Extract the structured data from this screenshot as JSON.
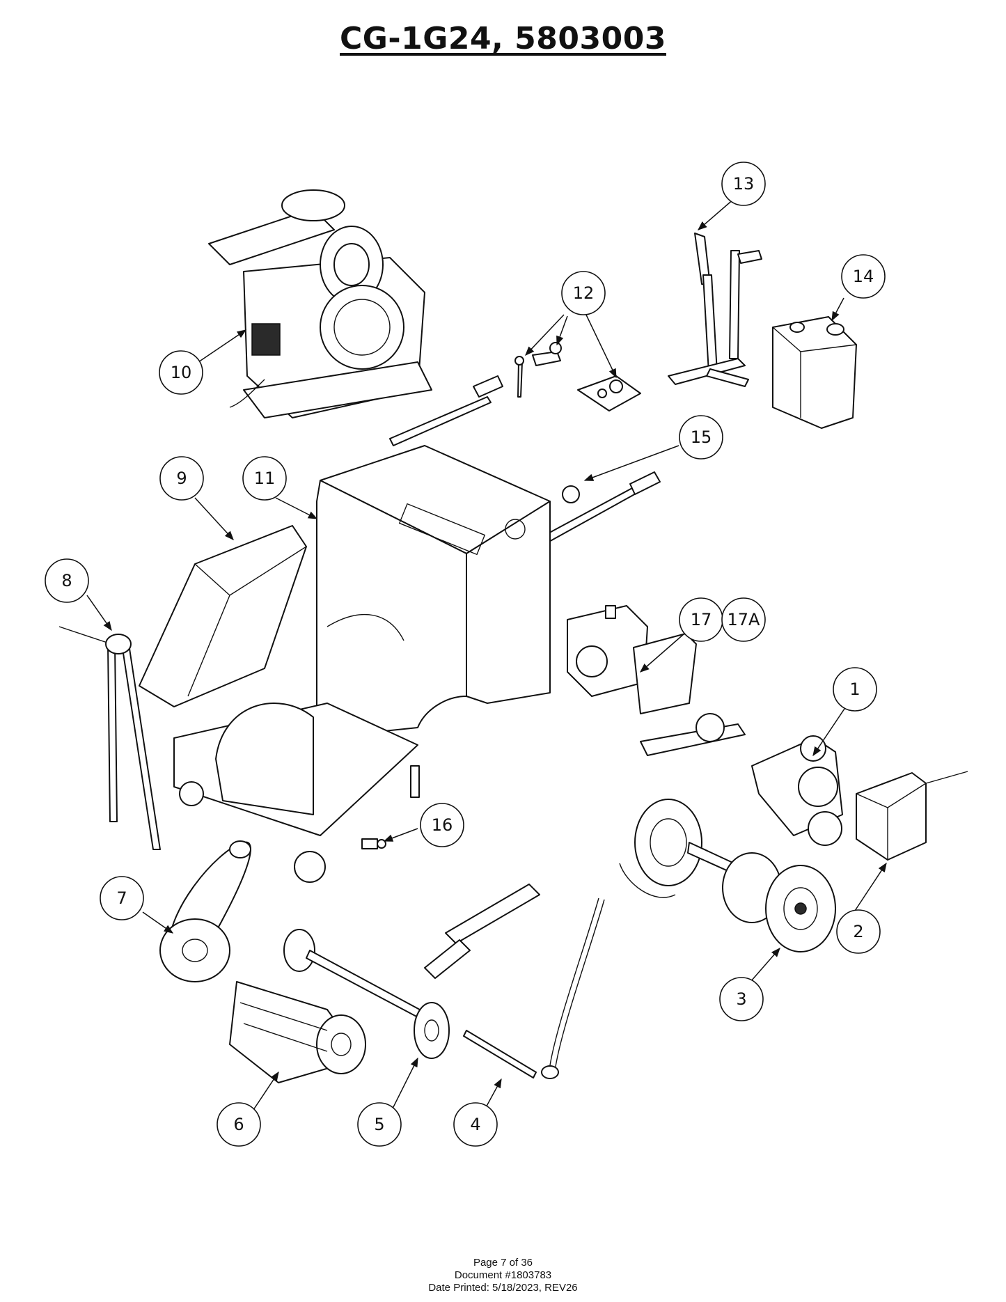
{
  "title": "CG-1G24, 5803003",
  "callouts": [
    "13",
    "14",
    "12",
    "10",
    "15",
    "9",
    "11",
    "8",
    "17",
    "17A",
    "1",
    "16",
    "7",
    "2",
    "3",
    "6",
    "5",
    "4"
  ],
  "footer": {
    "page": "Page 7 of 36",
    "document": "Document #1803783",
    "date_printed": "Date Printed: 5/18/2023, REV26"
  }
}
